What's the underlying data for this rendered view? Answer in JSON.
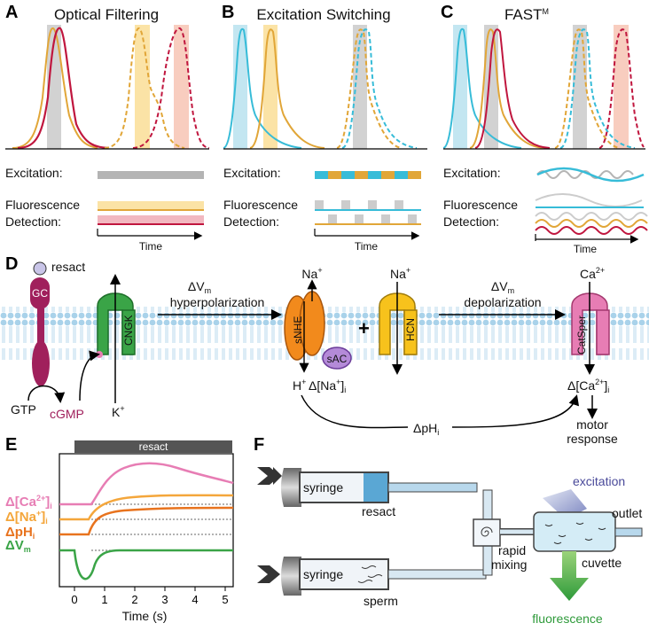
{
  "panels": {
    "a": {
      "letter": "A",
      "title": "Optical Filtering"
    },
    "b": {
      "letter": "B",
      "title": "Excitation Switching"
    },
    "c": {
      "letter": "C",
      "title": "FAST",
      "title_sup": "M"
    },
    "d": {
      "letter": "D"
    },
    "e": {
      "letter": "E"
    },
    "f": {
      "letter": "F"
    }
  },
  "rows": {
    "excitation": "Excitation:",
    "fluorescence": "Fluorescence",
    "detection": "Detection:",
    "time": "Time"
  },
  "pathway": {
    "resact": "resact",
    "gc": "GC",
    "cngk": "CNGK",
    "dvm": "ΔV",
    "dvm_sub": "m",
    "hyperpolarization": "hyperpolarization",
    "depolarization": "depolarization",
    "na": "Na",
    "plus_sup": "+",
    "snhe": "sNHE",
    "sac": "sAC",
    "plus_sign": "+",
    "hcn": "HCN",
    "ca": "Ca",
    "ca_sup": "2+",
    "catsper": "CatSper",
    "k": "K",
    "h": "H",
    "dna": "Δ[Na",
    "dna_end": "]",
    "sub_i": "i",
    "dca": "Δ[Ca",
    "dca_end": "]",
    "gtp": "GTP",
    "cgmp": "cGMP",
    "dph": "ΔpH",
    "motor1": "motor",
    "motor2": "response"
  },
  "panel_e": {
    "bar_label": "resact",
    "traces": [
      {
        "label": "Δ[Ca",
        "sup": "2+",
        "end": "]",
        "sub": "i",
        "color": "#e77db4"
      },
      {
        "label": "Δ[Na",
        "sup": "+",
        "end": "]",
        "sub": "i",
        "color": "#f4a63b"
      },
      {
        "label": "ΔpH",
        "sup": "",
        "end": "",
        "sub": "i",
        "color": "#e8731e"
      },
      {
        "label": "ΔV",
        "sup": "",
        "end": "",
        "sub": "m",
        "color": "#3aa447"
      }
    ],
    "x_ticks": [
      "0",
      "1",
      "2",
      "3",
      "4",
      "5"
    ],
    "xlabel": "Time (s)"
  },
  "panel_f": {
    "syringe1": "syringe",
    "syringe2": "syringe",
    "resact": "resact",
    "sperm": "sperm",
    "rapid": "rapid",
    "mixing": "mixing",
    "excitation": "excitation",
    "outlet": "outlet",
    "cuvette": "cuvette",
    "fluorescence": "fluorescence"
  },
  "colors": {
    "red": "#c0163e",
    "gold": "#e1a638",
    "cyan": "#37bcd8",
    "gray": "#b4b4b4",
    "green": "#3aa447",
    "orange": "#f28a1c",
    "yellow": "#f7c21c",
    "pink": "#e77db4",
    "magenta": "#a0205c",
    "purple": "#7a4fa0",
    "lightblue": "#a9d2ea"
  }
}
